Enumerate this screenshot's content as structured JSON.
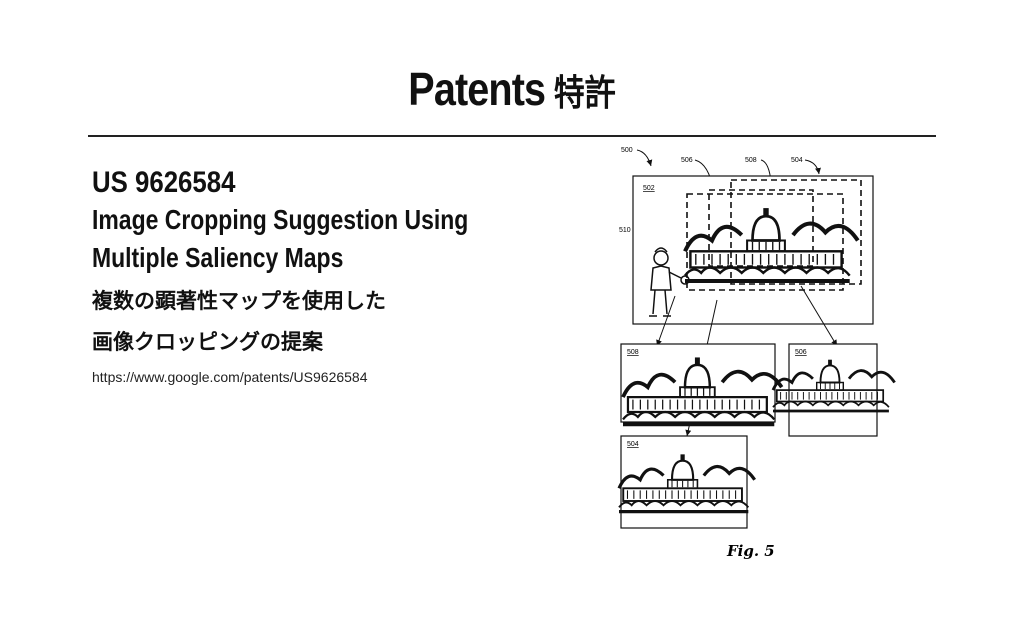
{
  "slide": {
    "title": "Patents",
    "title_jp": "特許"
  },
  "patent": {
    "number": "US 9626584",
    "title_en_line1": "Image Cropping Suggestion Using",
    "title_en_line2": "Multiple Saliency Maps",
    "title_ja_line1": "複数の顕著性マップを使用した",
    "title_ja_line2": "画像クロッピングの提案",
    "url": "https://www.google.com/patents/US9626584"
  },
  "figure": {
    "ref_500": "500",
    "ref_502": "502",
    "ref_504": "504",
    "ref_506": "506",
    "ref_508": "508",
    "ref_510": "510",
    "caption": "Fig. 5"
  }
}
